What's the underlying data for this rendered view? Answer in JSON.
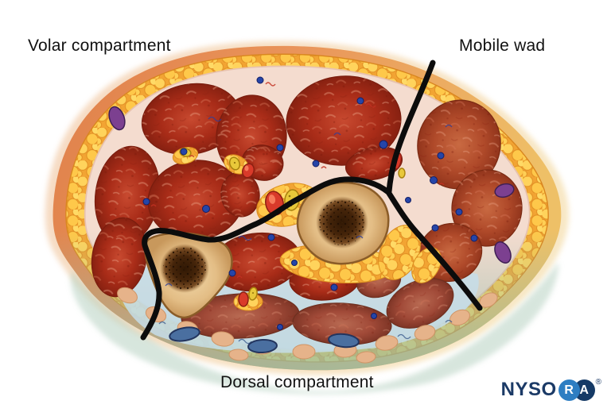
{
  "labels": {
    "volar": "Volar compartment",
    "mobile_wad": "Mobile wad",
    "dorsal": "Dorsal compartment"
  },
  "logo": {
    "wordmark": "NYSO",
    "circle_r": "R",
    "circle_a": "A",
    "registered_mark": "®",
    "navy": "#1b3a66",
    "light_blue": "#2e7ec2"
  },
  "figure": {
    "subject": "forearm cross-section with three compartments",
    "structures": [
      "skin",
      "subcutaneous-fat",
      "muscle-bellies",
      "ulna-bone-with-marrow",
      "radius-bone-with-marrow",
      "interosseous-artery",
      "nerves",
      "small-veins",
      "superficial-purple-veins",
      "dorsal-veins",
      "compartment-boundary-lines"
    ],
    "colors": {
      "skin_left": "#e2854e",
      "skin_right": "#edbd62",
      "fat_yellow": "#f2a433",
      "muscle_red": "#a92c18",
      "bone_tan": "#e3bd85",
      "marrow_brown": "#40220a",
      "dorsal_teal": "#8fbcab",
      "divider_black": "#0c0c0c",
      "vein_blue": "#2545a8",
      "artery_red": "#d93a2a",
      "nerve_yellow": "#e8c83a",
      "vein_purple": "#7c4090"
    }
  }
}
